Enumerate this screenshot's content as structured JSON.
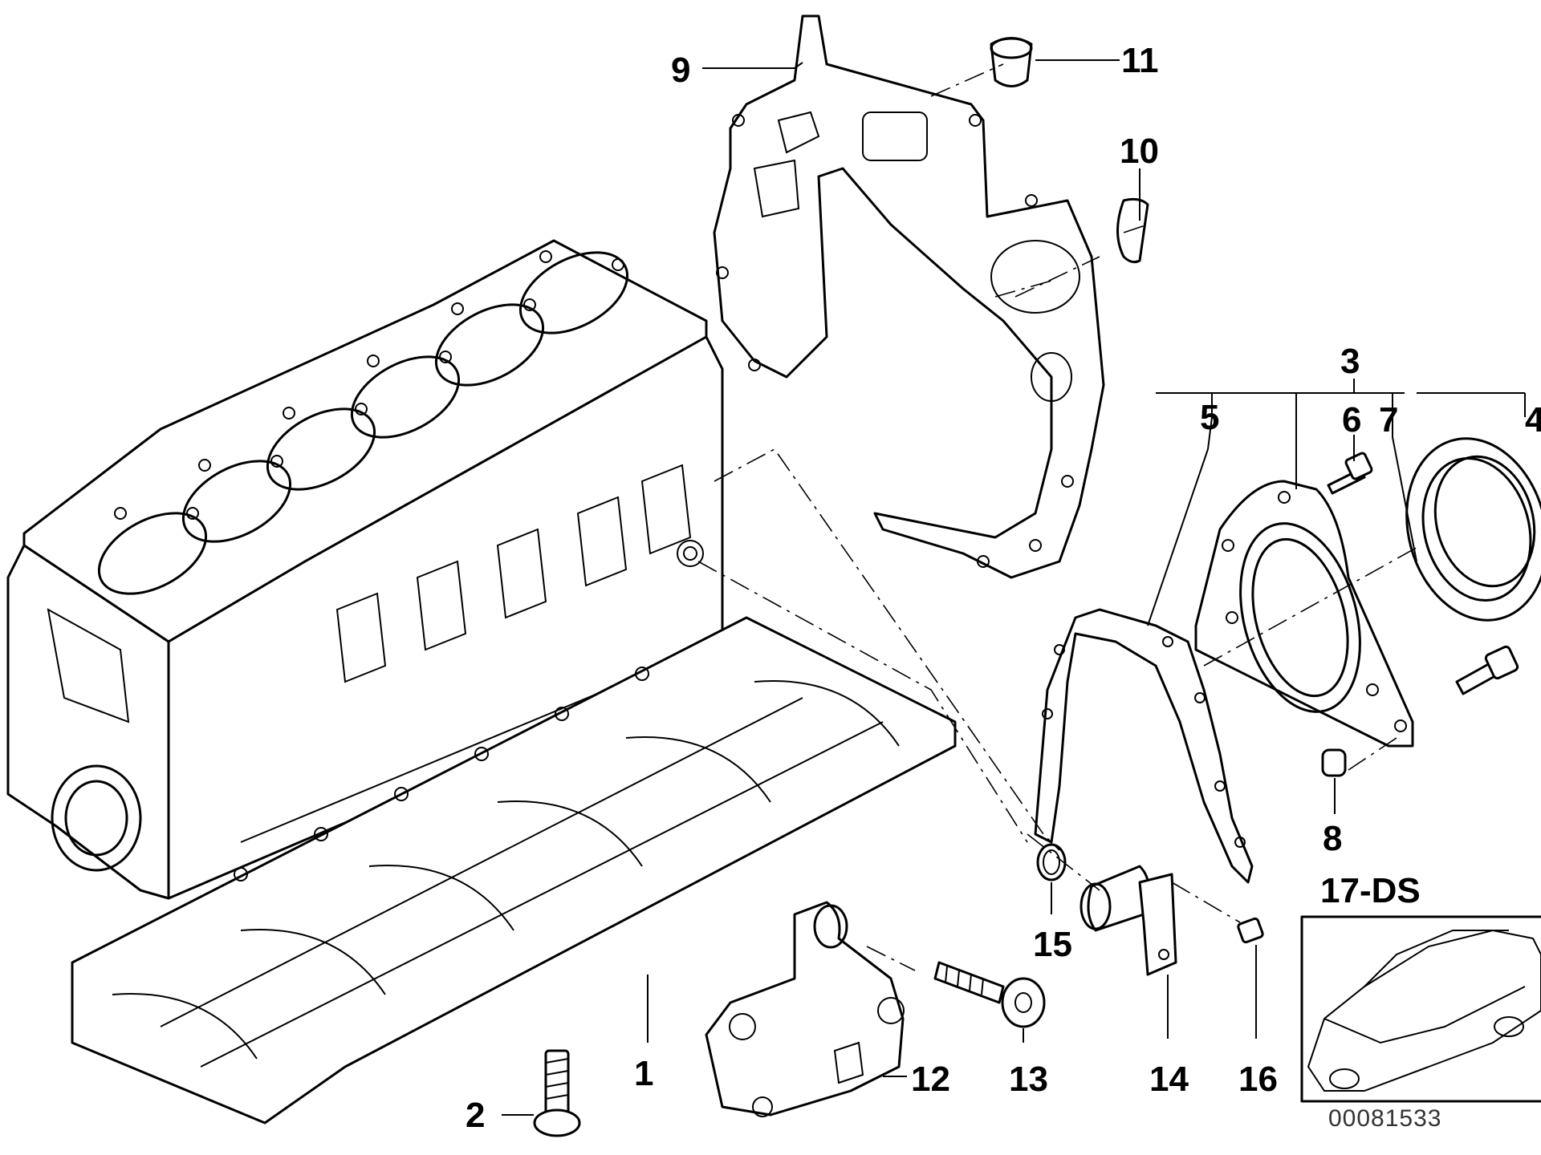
{
  "labels": [
    {
      "id": "1",
      "text": "1"
    },
    {
      "id": "2",
      "text": "2"
    },
    {
      "id": "3",
      "text": "3"
    },
    {
      "id": "4",
      "text": "4"
    },
    {
      "id": "5",
      "text": "5"
    },
    {
      "id": "6",
      "text": "6"
    },
    {
      "id": "7",
      "text": "7"
    },
    {
      "id": "8",
      "text": "8"
    },
    {
      "id": "9",
      "text": "9"
    },
    {
      "id": "10",
      "text": "10"
    },
    {
      "id": "11",
      "text": "11"
    },
    {
      "id": "12",
      "text": "12"
    },
    {
      "id": "13",
      "text": "13"
    },
    {
      "id": "14",
      "text": "14"
    },
    {
      "id": "15",
      "text": "15"
    },
    {
      "id": "16",
      "text": "16"
    }
  ],
  "inset": {
    "title": "17-DS"
  },
  "catalog_number": "00081533"
}
